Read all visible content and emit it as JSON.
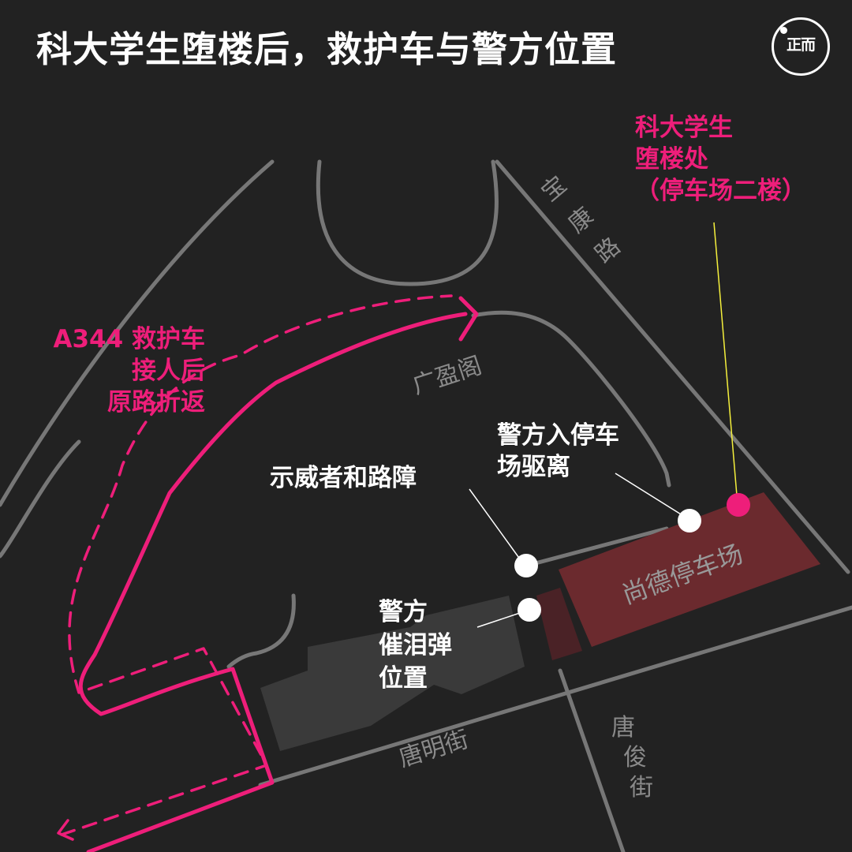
{
  "title": "科大学生堕楼后，救护车与警方位置",
  "logo": {
    "mark": "正而"
  },
  "labels": {
    "fall_site": [
      "科大学生",
      "堕楼处",
      "（停车场二楼）"
    ],
    "ambulance": [
      "A344 救护车",
      "接人后",
      "原路折返"
    ],
    "protesters": "示威者和路障",
    "police_enter": [
      "警方入停车",
      "场驱离"
    ],
    "tear_gas": [
      "警方",
      "催泪弹",
      "位置"
    ]
  },
  "streets": {
    "po_hong": [
      "宝",
      "康",
      "路"
    ],
    "kwong_ying": "广盈阁",
    "tong_ming": "唐明街",
    "tong_chun": [
      "唐",
      "俊",
      "街"
    ],
    "carpark": "尚德停车场"
  },
  "colors": {
    "background": "#222222",
    "road": "#777777",
    "accent_pink": "#ee1e7a",
    "carpark_fill": "#6b2a2e",
    "building_fill": "#3a3a3a",
    "marker": "#ffffff",
    "leader_fall": "#f5f03c"
  },
  "icons": {
    "route_arrow": "arrow-right-icon",
    "route_return_arrow": "arrow-down-left-icon",
    "point_marker": "circle-marker-icon"
  }
}
